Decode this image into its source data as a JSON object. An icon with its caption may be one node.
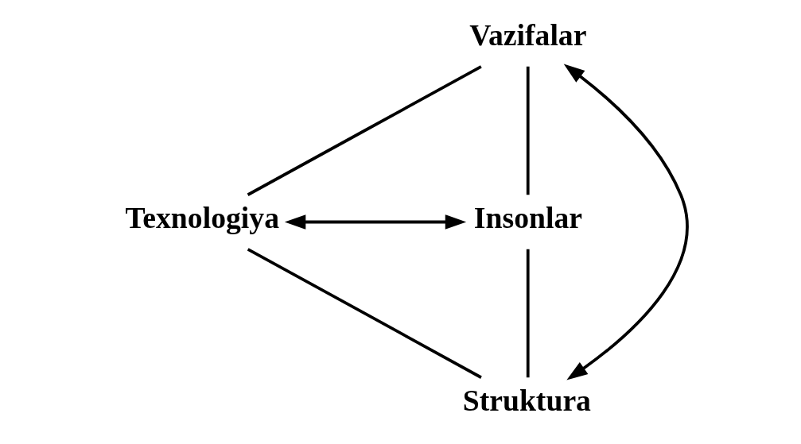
{
  "diagram": {
    "nodes": [
      {
        "text": [
          "Vazifalar"
        ]
      },
      {
        "text": [
          "Texnologiya"
        ]
      },
      {
        "text": [
          "Insonlar"
        ]
      },
      {
        "text": [
          "Struktura"
        ]
      }
    ],
    "edges": [
      {
        "from": 0,
        "to": 1,
        "arrow": "none"
      },
      {
        "from": 0,
        "to": 2,
        "arrow": "none"
      },
      {
        "from": 1,
        "to": 3,
        "arrow": "none"
      },
      {
        "from": 2,
        "to": 3,
        "arrow": "none"
      },
      {
        "from": 0,
        "to": 3,
        "arrow": "both"
      },
      {
        "from": 1,
        "to": 2,
        "arrow": "both"
      }
    ]
  }
}
